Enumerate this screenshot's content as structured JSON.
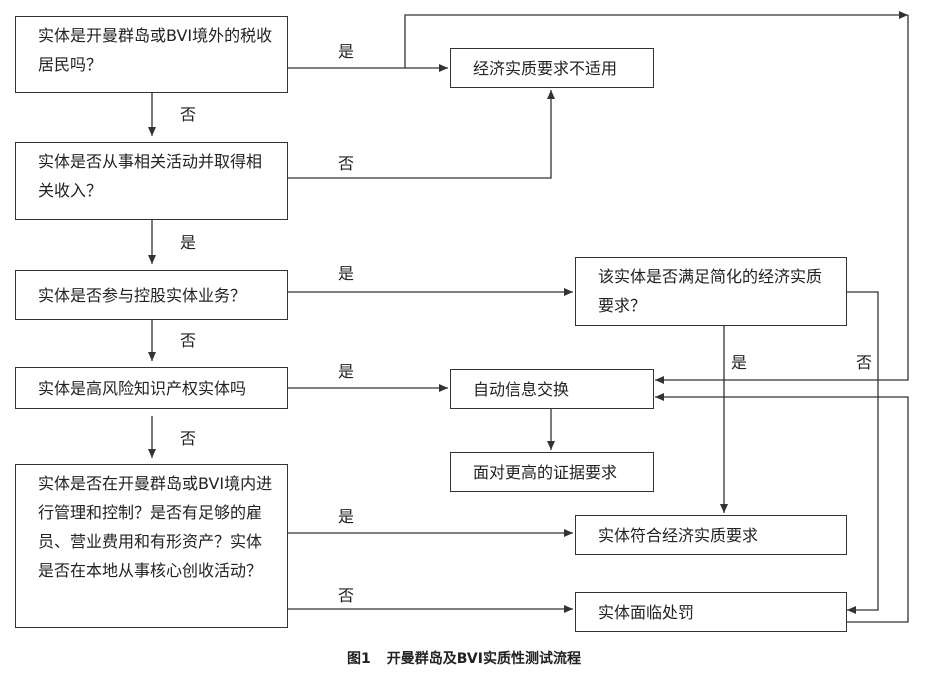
{
  "boxes": {
    "q1": "实体是开曼群岛或BVI境外的税收居民吗？",
    "q2": "实体是否从事相关活动并取得相关收入？",
    "q3": "实体是否参与控股实体业务？",
    "q4": "实体是高风险知识产权实体吗",
    "q5": "实体是否在开曼群岛或BVI境内进行管理和控制？是否有足够的雇员、营业费用和有形资产？实体是否在本地从事核心创收活动？",
    "not_applicable": "经济实质要求不适用",
    "simplified": "该实体是否满足简化的经济实质要求？",
    "auto_exchange": "自动信息交换",
    "higher_evidence": "面对更高的证据要求",
    "complies": "实体符合经济实质要求",
    "penalty": "实体面临处罚"
  },
  "labels": {
    "yes": "是",
    "no": "否"
  },
  "caption": {
    "number": "图1",
    "title": "开曼群岛及BVI实质性测试流程"
  }
}
